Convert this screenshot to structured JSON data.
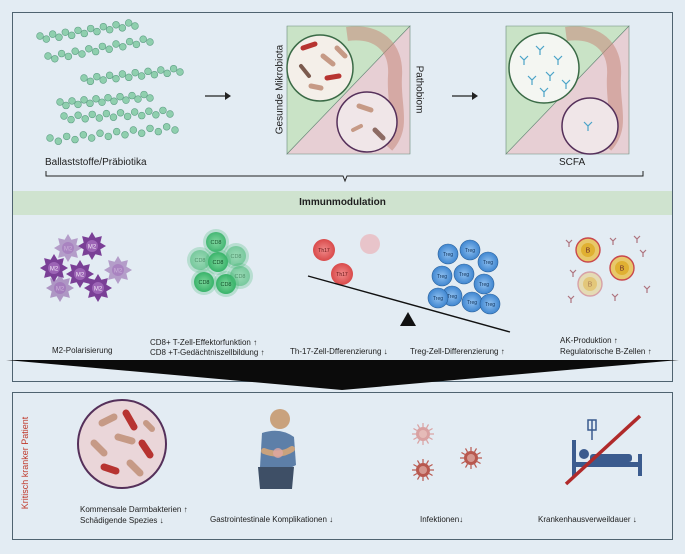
{
  "top": {
    "fiber_label": "Ballaststoffe/Präbiotika",
    "healthy_label": "Gesunde Mikrobiota",
    "pathobiome_label": "Pathobiom",
    "scfa_label": "SCFA"
  },
  "band": {
    "title": "Immunmodulation"
  },
  "immune": {
    "m2": "M2-Polarisierung",
    "cd8_line1": "CD8+ T-Zell-Effektorfunktion ↑",
    "cd8_line2": "CD8 +T-Gedächtniszellbildung ↑",
    "th17": "Th-17-Zell-Dfferenzierung ↓",
    "treg": "Treg-Zell-Differenzierung ↑",
    "ak_line1": "AK-Produktion ↑",
    "ak_line2": "Regulatorische B-Zellen ↑"
  },
  "cell_labels": {
    "m2": "M2",
    "cd8": "CD8",
    "th17": "Th17",
    "treg": "Treg",
    "b": "B"
  },
  "patient": {
    "side_label": "Kritisch kranker Patient",
    "gut_line1": "Kommensale Darmbakterien ↑",
    "gut_line2": "Schädigende Spezies ↓",
    "gi": "Gastrointestinale Komplikationen ↓",
    "infections": "Infektionen↓",
    "hospital": "Krankenhausverweildauer ↓"
  },
  "colors": {
    "background": "#e3ecf3",
    "band": "#cfe3cf",
    "side_label": "#c0392b",
    "fiber": "#8fcfae",
    "m2": "#7a3f96",
    "cd8": "#39b36a",
    "th17": "#d94a4a",
    "treg": "#3f86d0",
    "bcell": "#e0b032",
    "scfa": "#4aa3c8"
  }
}
